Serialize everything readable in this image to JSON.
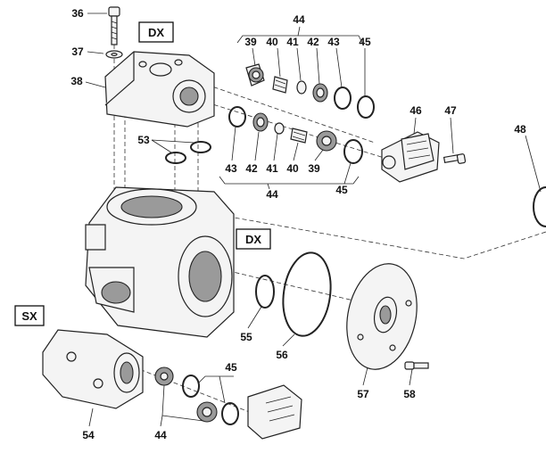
{
  "variant_labels": {
    "upper": "DX",
    "middle": "DX",
    "lower": "SX"
  },
  "callouts": {
    "c36": "36",
    "c37": "37",
    "c38": "38",
    "c53": "53",
    "c44_top": "44",
    "c39_top": "39",
    "c40_top": "40",
    "c41_top": "41",
    "c42_top": "42",
    "c43_top": "43",
    "c45_top": "45",
    "c46": "46",
    "c47": "47",
    "c48": "48",
    "c43_bot": "43",
    "c42_bot": "42",
    "c41_bot": "41",
    "c40_bot": "40",
    "c39_bot": "39",
    "c44_mid": "44",
    "c45_mid": "45",
    "c55": "55",
    "c56": "56",
    "c57": "57",
    "c58": "58",
    "c45_low": "45",
    "c54": "54",
    "c44_low": "44"
  },
  "icons": [
    "bolt-icon",
    "washer-icon",
    "valve-housing-icon",
    "o-ring-icon",
    "valve-cartridge-icon",
    "spring-icon",
    "valve-cover-icon",
    "pump-body-icon",
    "pump-cover-plate-icon",
    "large-gasket-icon"
  ]
}
